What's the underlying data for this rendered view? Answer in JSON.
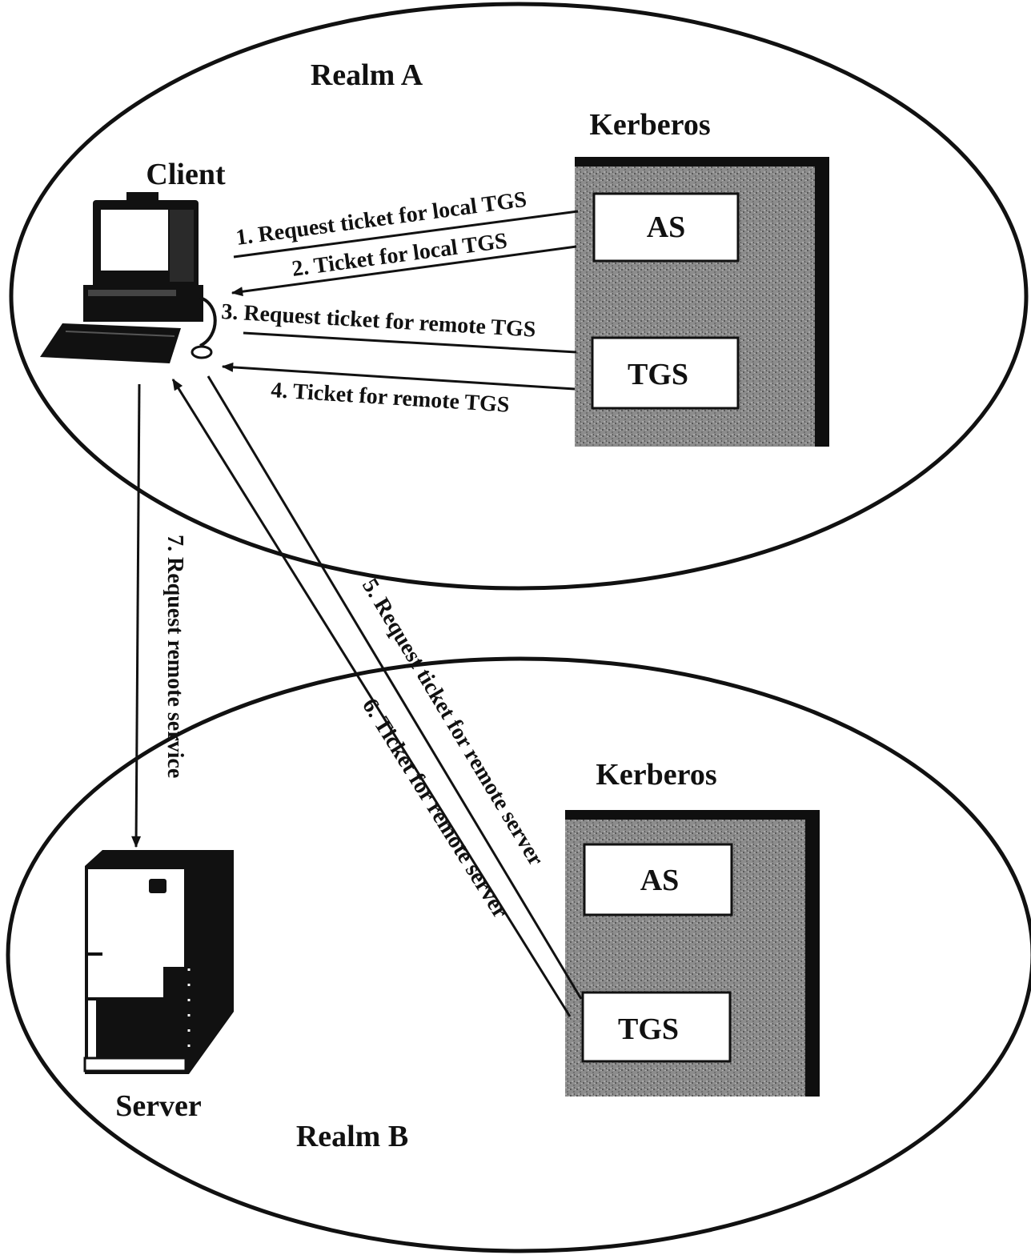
{
  "realms": {
    "a": {
      "label": "Realm A",
      "kerberos": "Kerberos",
      "as": "AS",
      "tgs": "TGS"
    },
    "b": {
      "label": "Realm B",
      "kerberos": "Kerberos",
      "as": "AS",
      "tgs": "TGS"
    }
  },
  "nodes": {
    "client": "Client",
    "server": "Server"
  },
  "messages": [
    "1. Request ticket for local TGS",
    "2. Ticket for local TGS",
    "3. Request ticket for remote TGS",
    "4. Ticket for remote TGS",
    "5. Request ticket for remote server",
    "6. Ticket for remote server",
    "7. Request remote service"
  ]
}
